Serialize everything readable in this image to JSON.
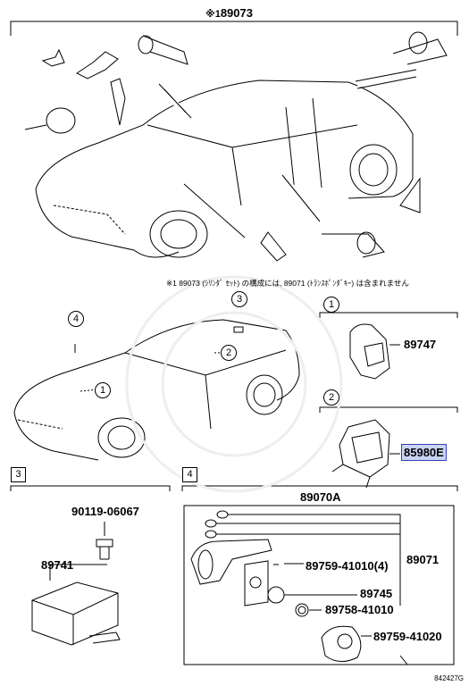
{
  "top": {
    "title_prefix": "※1",
    "title_code": "89073",
    "note": "※1 89073 (ｼﾘﾝﾀﾞ ｾｯﾄ) の構成には, 89071 (ﾄﾗﾝｽﾎﾟﾝﾀﾞｷｰ) は含まれません"
  },
  "middle": {
    "label_1": "89747",
    "label_2": "85980E",
    "markers": [
      "1",
      "2",
      "3",
      "4"
    ]
  },
  "section3": {
    "marker": "3",
    "bolt": "90119-06067",
    "part": "89741"
  },
  "section4": {
    "marker": "4",
    "title": "89070A",
    "parts": {
      "p89071": "89071",
      "p89759a": "89759-41010(4)",
      "p89745": "89745",
      "p89758": "89758-41010",
      "p89759b": "89759-41020"
    }
  },
  "code": "842427G"
}
